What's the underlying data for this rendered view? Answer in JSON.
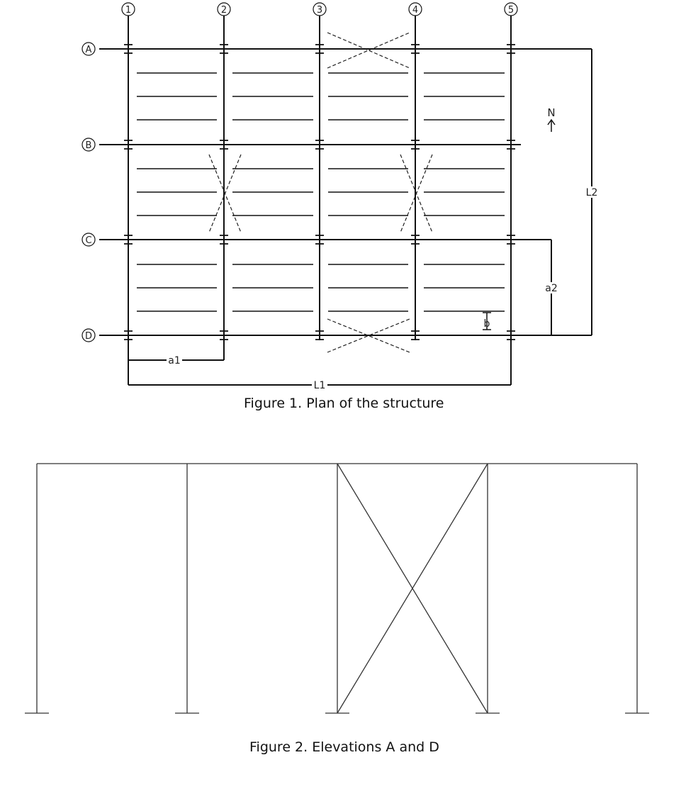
{
  "plan": {
    "column_labels": [
      "1",
      "2",
      "3",
      "4",
      "5"
    ],
    "row_labels": [
      "A",
      "B",
      "C",
      "D"
    ],
    "dimensions": {
      "a1": "a1",
      "L1": "L1",
      "L2": "L2",
      "a2": "a2",
      "b": "b"
    },
    "north_label": "N",
    "caption": "Figure 1. Plan of the structure"
  },
  "elevation": {
    "caption": "Figure 2. Elevations A and D"
  },
  "colors": {
    "line": "#111111",
    "background": "#ffffff"
  }
}
